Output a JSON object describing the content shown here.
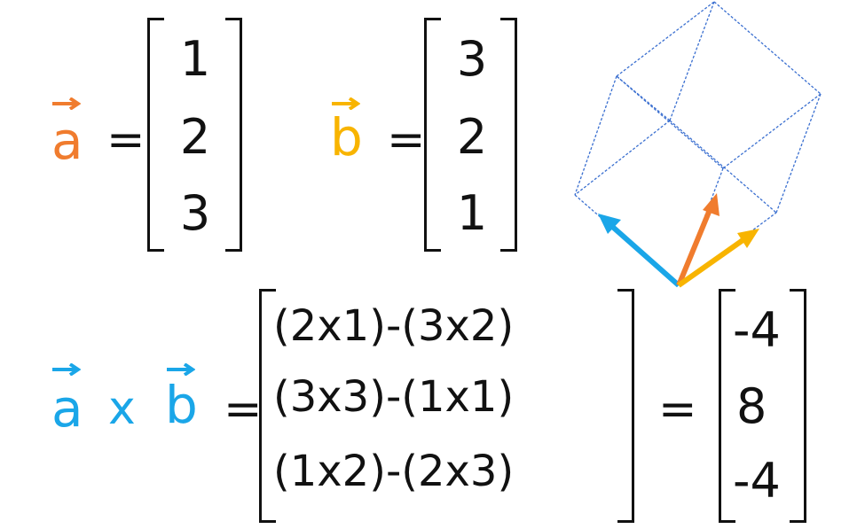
{
  "colors": {
    "a_vector": "#f07c2e",
    "b_vector": "#f8b400",
    "cross": "#1aa6e8",
    "cube_lines": "#3a6fd0",
    "text": "#111111"
  },
  "vector_a": {
    "symbol": "a",
    "equals": "=",
    "entries": [
      "1",
      "2",
      "3"
    ]
  },
  "vector_b": {
    "symbol": "b",
    "equals": "=",
    "entries": [
      "3",
      "2",
      "1"
    ]
  },
  "cross_product": {
    "left_symbol": "a",
    "times": "x",
    "right_symbol": "b",
    "equals": "=",
    "expansion": [
      "(2x1)-(3x2)",
      "(3x3)-(1x1)",
      "(1x2)-(2x3)"
    ],
    "equals2": "=",
    "result": [
      "-4",
      "8",
      "-4"
    ]
  }
}
